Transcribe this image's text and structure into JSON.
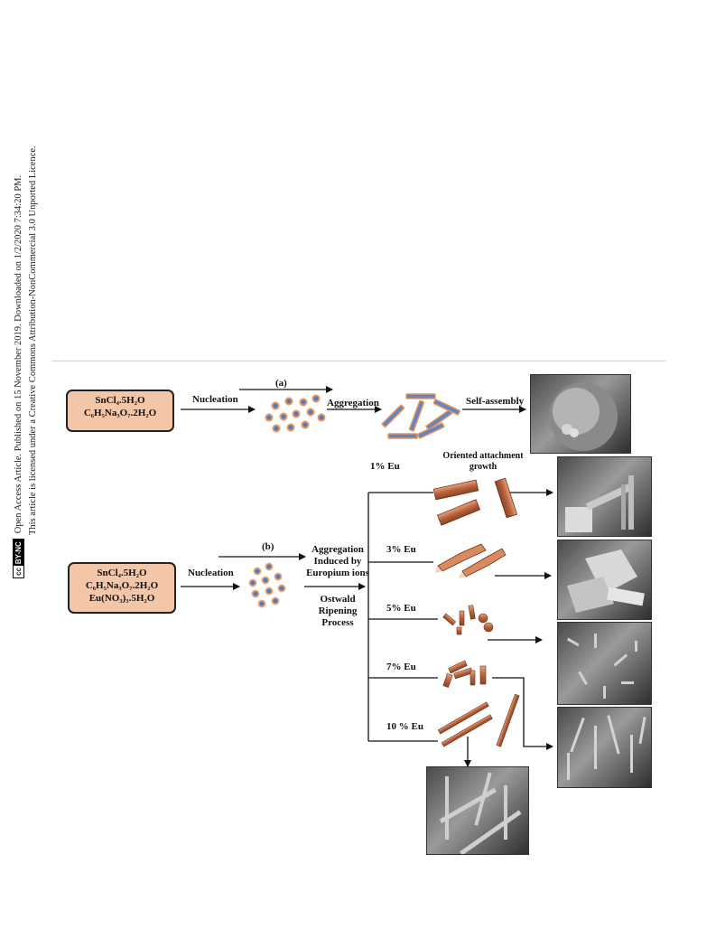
{
  "margin_text": {
    "line1": "Open Access Article. Published on 15 November 2019. Downloaded on 1/2/2020 7:34:20 PM.",
    "line2": "This article is licensed under a Creative Commons Attribution-NonCommercial 3.0 Unported Licence.",
    "badge_left": "cc",
    "badge_right": "BY-NC"
  },
  "panel_a": {
    "label": "(a)",
    "reagents": [
      "SnCl₄.5H₂O",
      "C₆H₅Na₃O₇.2H₂O"
    ],
    "steps": [
      "Nucleation",
      "Aggregation",
      "Self-assembly"
    ]
  },
  "panel_b": {
    "label": "(b)",
    "reagents": [
      "SnCl₄.5H₂O",
      "C₆H₅Na₃O₇.2H₂O",
      "Eu(NO₃)₃.5H₂O"
    ],
    "nucleation": "Nucleation",
    "aggregation": [
      "Aggregation",
      "Induced by",
      "Europium ions"
    ],
    "ostwald": [
      "Ostwald",
      "Ripening",
      "Process"
    ],
    "oriented": [
      "Oriented attachment",
      "growth"
    ],
    "branches": [
      "1% Eu",
      "3% Eu",
      "5% Eu",
      "7% Eu",
      "10 % Eu"
    ]
  },
  "colors": {
    "reagent_box": "#f2c6a6",
    "nuclei_blue": "#3c7fd0",
    "nuclei_orange": "#e8945a",
    "rod_blue": "#5b86c9",
    "rod_orange": "#c8734a"
  }
}
